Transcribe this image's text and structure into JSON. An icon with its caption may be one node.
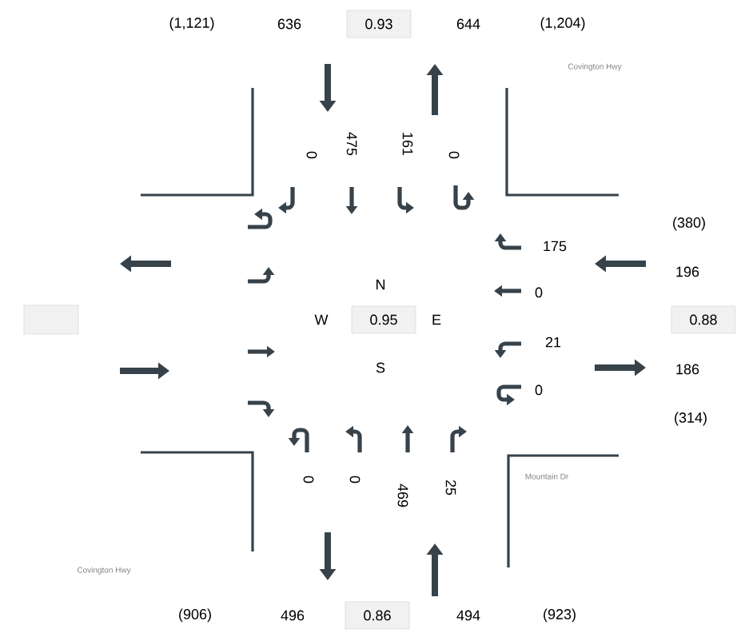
{
  "diagram": {
    "nodes": [
      {
        "text": [
          "0.93"
        ]
      },
      {
        "text": [],
        "shape": "box"
      },
      {
        "text": [
          "0.95"
        ]
      },
      {
        "text": [
          "0.88"
        ]
      },
      {
        "text": [
          "0.86"
        ]
      }
    ],
    "labels": [
      "(1,121)",
      "636",
      "644",
      "(1,204)",
      "Covington Hwy",
      "0",
      "475",
      "161",
      "0",
      "(380)",
      "175",
      "196",
      "N",
      "0",
      "W",
      "E",
      "21",
      "S",
      "186",
      "0",
      "(314)",
      "0",
      "0",
      "469",
      "25",
      "Mountain Dr",
      "Covington Hwy",
      "(906)",
      "496",
      "494",
      "(923)"
    ]
  }
}
